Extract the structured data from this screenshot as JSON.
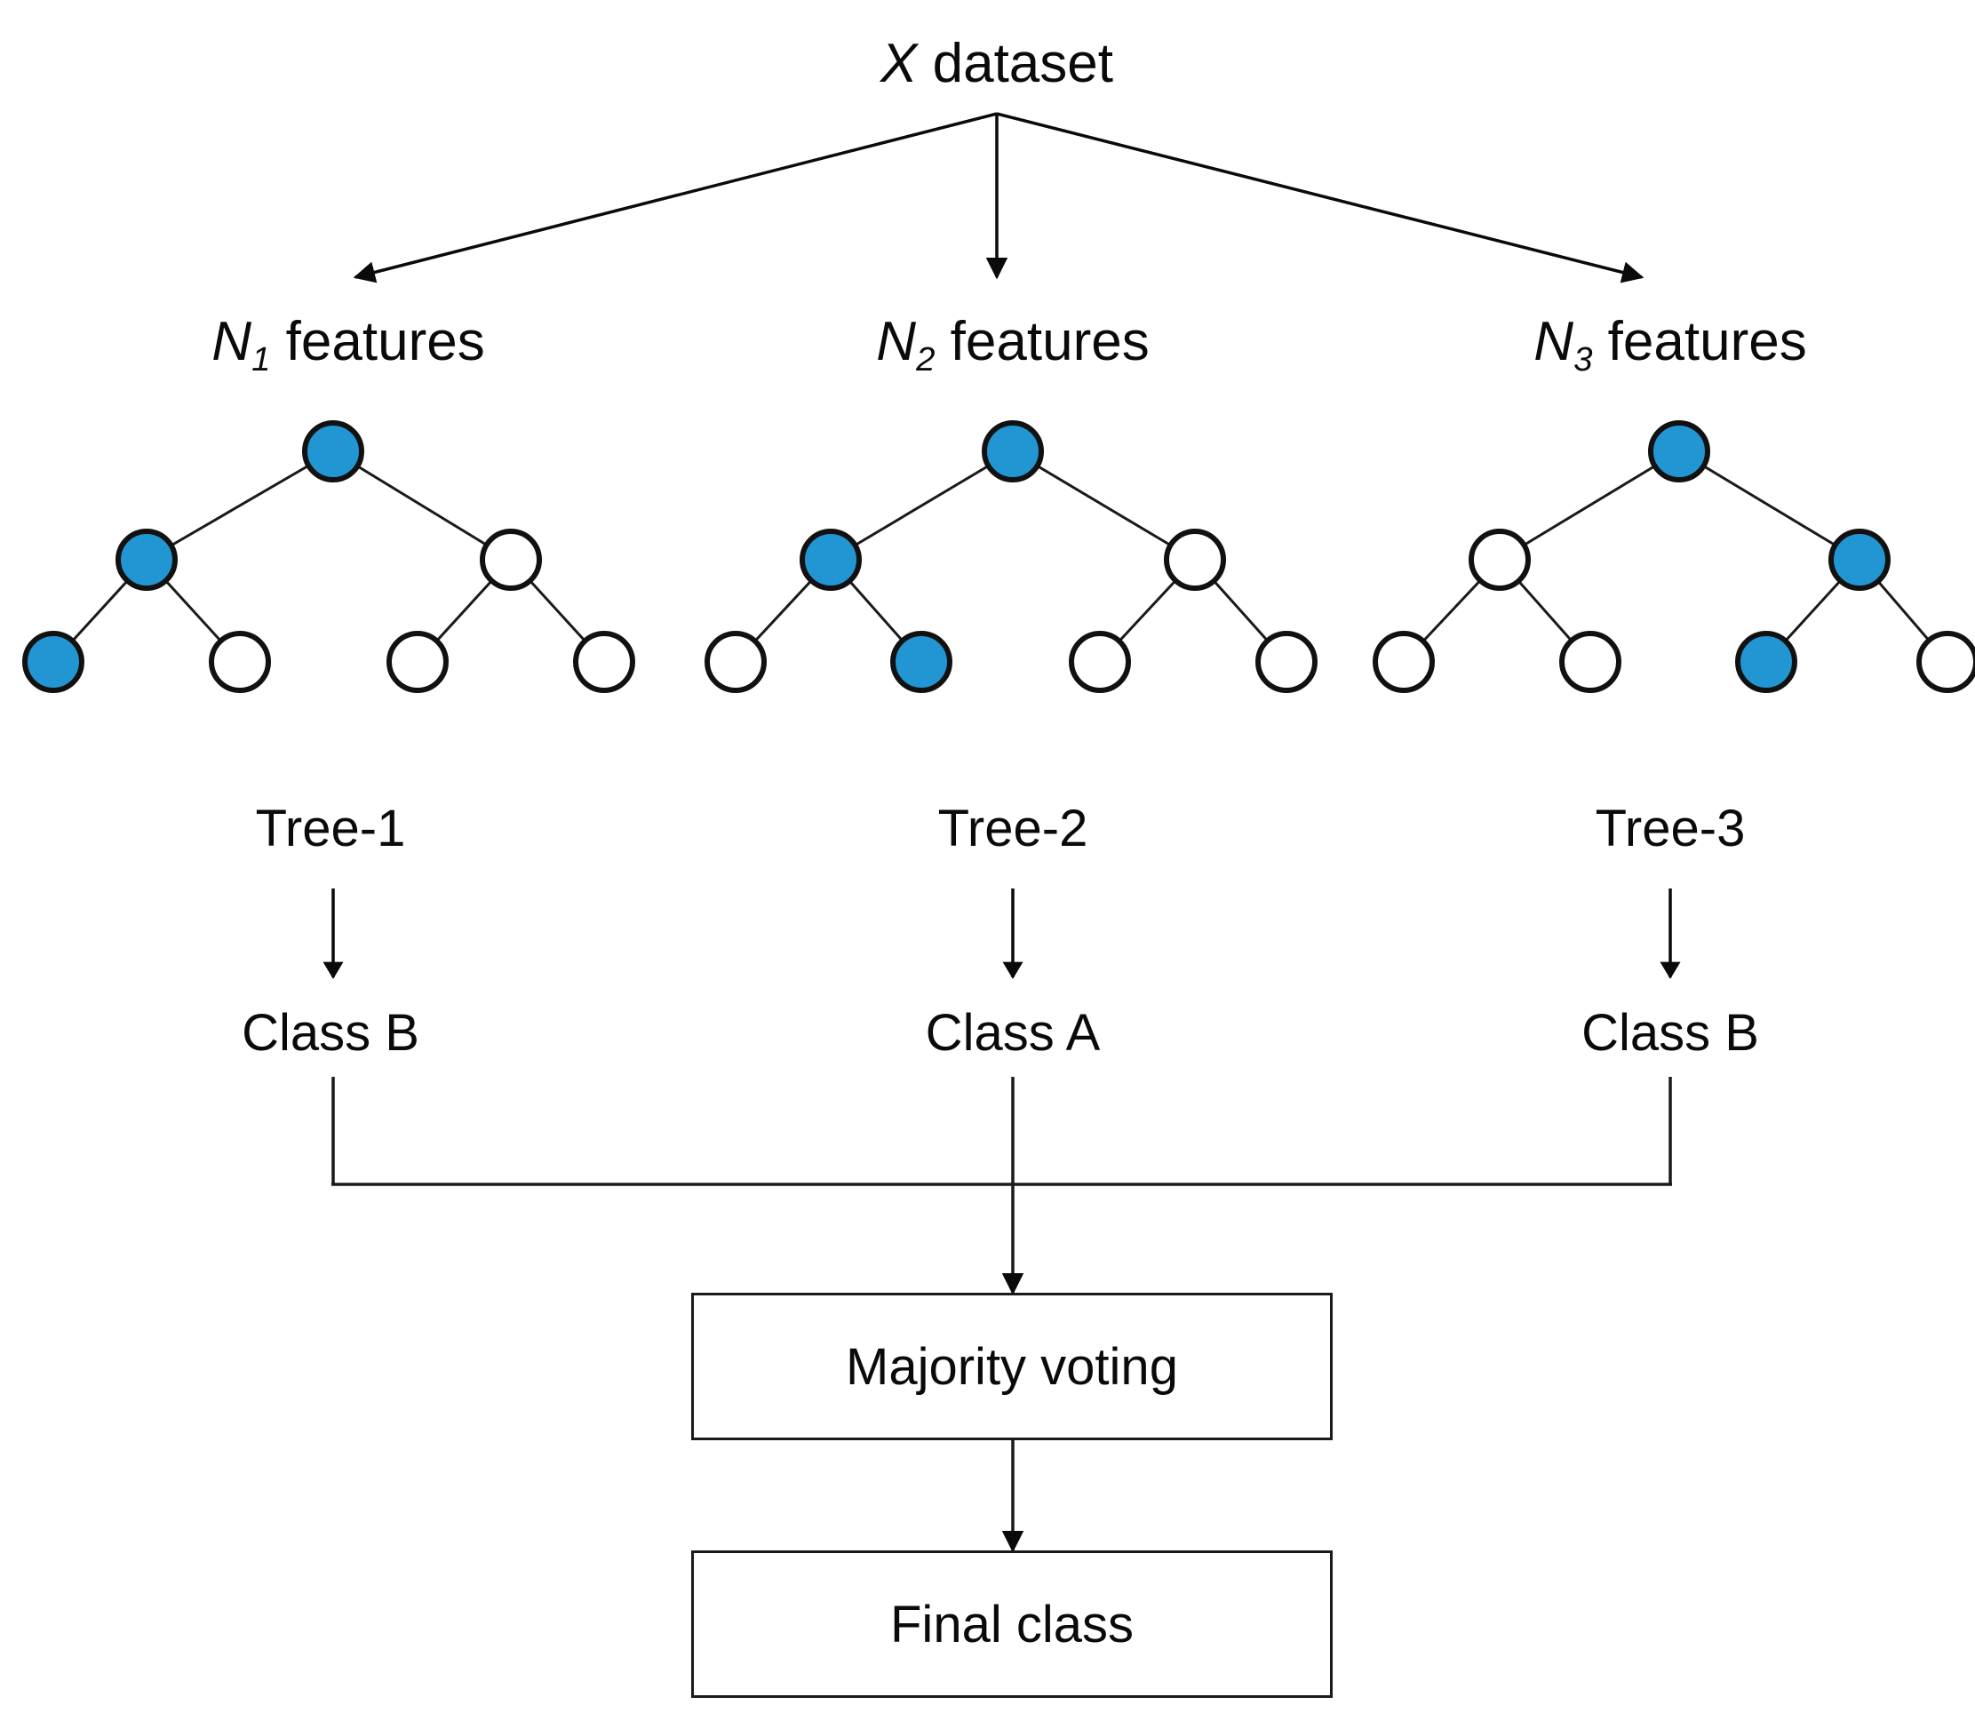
{
  "diagram": {
    "title_prefix": "X",
    "title_rest": " dataset",
    "type": "random-forest-flowchart",
    "accent_color": "#2196d3",
    "line_color": "#1a1a1a",
    "background_color": "#ffffff"
  },
  "branches": [
    {
      "feature_prefix": "N",
      "feature_sub": "1",
      "feature_rest": " features",
      "tree_label": "Tree-1",
      "class_label": "Class B"
    },
    {
      "feature_prefix": "N",
      "feature_sub": "2",
      "feature_rest": " features",
      "tree_label": "Tree-2",
      "class_label": "Class A"
    },
    {
      "feature_prefix": "N",
      "feature_sub": "3",
      "feature_rest": " features",
      "tree_label": "Tree-3",
      "class_label": "Class B"
    }
  ],
  "trees": [
    {
      "name": "Tree-1",
      "nodes": {
        "root": "filled",
        "level2": [
          "filled",
          "empty"
        ],
        "leaves": [
          "filled",
          "empty",
          "empty",
          "empty"
        ]
      }
    },
    {
      "name": "Tree-2",
      "nodes": {
        "root": "filled",
        "level2": [
          "filled",
          "empty"
        ],
        "leaves": [
          "empty",
          "filled",
          "empty",
          "empty"
        ]
      }
    },
    {
      "name": "Tree-3",
      "nodes": {
        "root": "filled",
        "level2": [
          "empty",
          "filled"
        ],
        "leaves": [
          "empty",
          "empty",
          "filled",
          "empty"
        ]
      }
    }
  ],
  "boxes": {
    "majority_voting": "Majority voting",
    "final_class": "Final  class"
  }
}
